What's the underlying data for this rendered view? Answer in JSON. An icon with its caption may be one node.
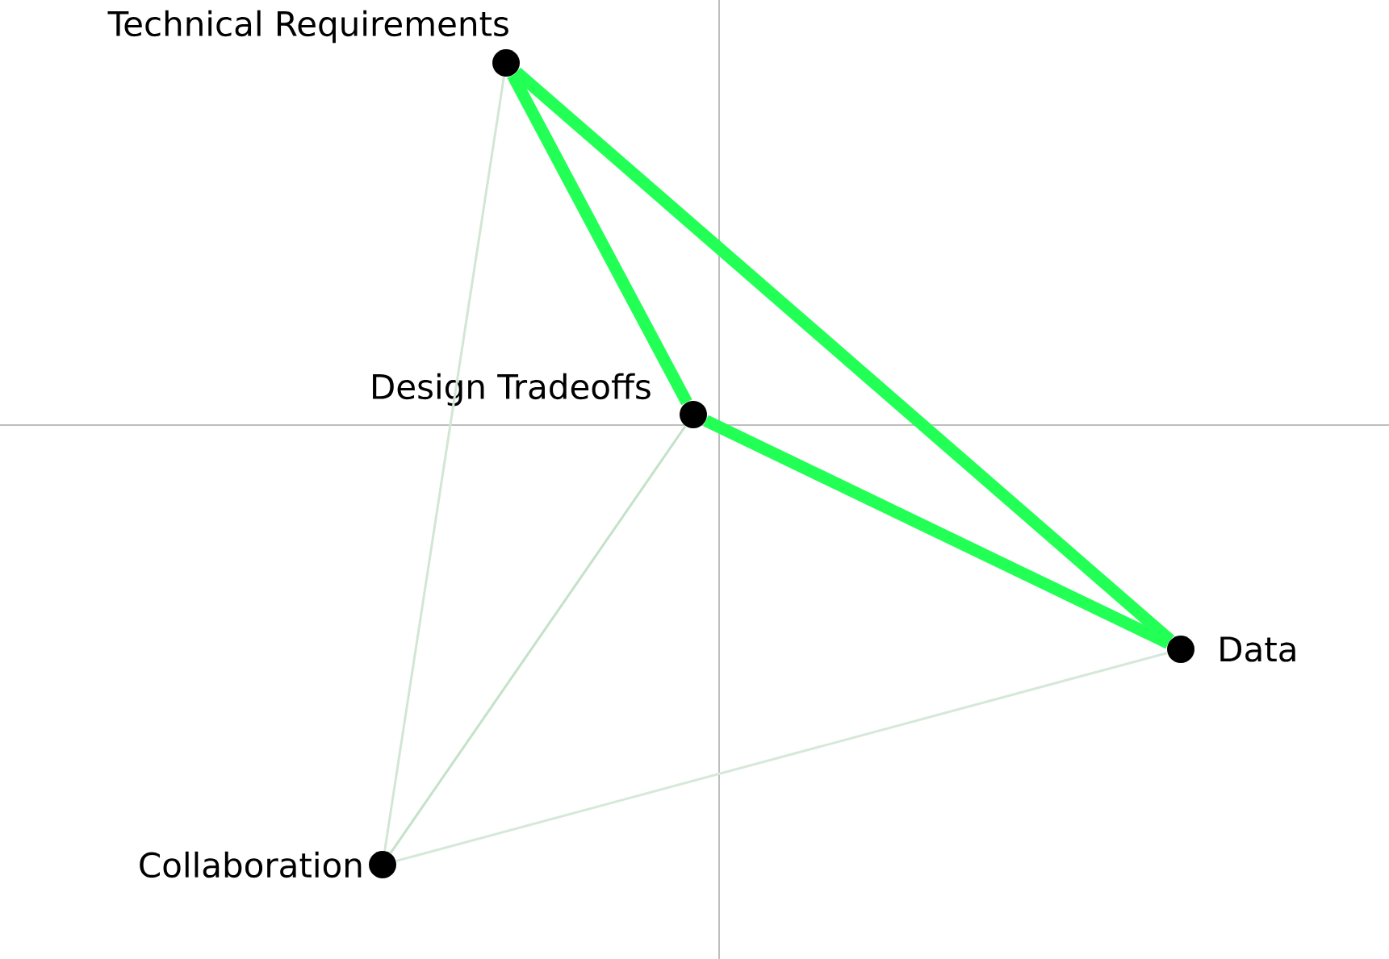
{
  "diagram": {
    "nodes": [
      {
        "text": [
          "Technical Requirements"
        ]
      },
      {
        "text": [
          "Design Tradeoffs"
        ]
      },
      {
        "text": [
          "Data"
        ]
      },
      {
        "text": [
          "Collaboration"
        ]
      }
    ],
    "edges": [
      {
        "from": 0,
        "to": 1,
        "arrow": "none",
        "style": "thick",
        "color": "#22ff55"
      },
      {
        "from": 0,
        "to": 2,
        "arrow": "none",
        "style": "thick",
        "color": "#22ff55"
      },
      {
        "from": 1,
        "to": 2,
        "arrow": "none",
        "style": "thick",
        "color": "#22ff55"
      },
      {
        "from": 0,
        "to": 3,
        "arrow": "none",
        "color": "#d2e6d4"
      },
      {
        "from": 1,
        "to": 3,
        "arrow": "none",
        "color": "#c4e2c8"
      },
      {
        "from": 3,
        "to": 2,
        "arrow": "none",
        "color": "#d6e8d8"
      }
    ]
  }
}
